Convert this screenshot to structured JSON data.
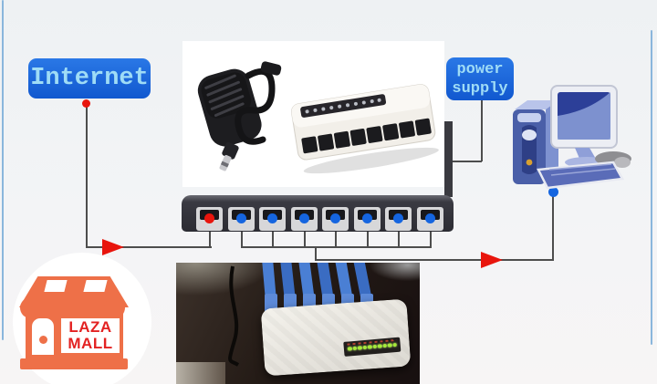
{
  "labels": {
    "internet": "Internet",
    "power_line1": "power",
    "power_line2": "supply"
  },
  "logo": {
    "line1": "LAZA",
    "line2": "MALL"
  },
  "colors": {
    "label_box_blue": "#1565dd",
    "label_text_blue": "#9fdcf6",
    "wire_gray": "#4d4d4d",
    "arrow_red": "#e8150d",
    "uplink_port_led": "#e8150d",
    "lan_port_led": "#1565e0",
    "logo_orange": "#ee7048",
    "logo_text_red": "#e32222",
    "led_green": "#a6e83a",
    "frame_blue": "#8ab6dc"
  },
  "switch_front": {
    "ports": [
      {
        "led": "#e8150d"
      },
      {
        "led": "#1565e0"
      },
      {
        "led": "#1565e0"
      },
      {
        "led": "#1565e0"
      },
      {
        "led": "#1565e0"
      },
      {
        "led": "#1565e0"
      },
      {
        "led": "#1565e0"
      },
      {
        "led": "#1565e0"
      }
    ]
  },
  "bottom_photo": {
    "led_count": 10,
    "cable_count": 6
  }
}
